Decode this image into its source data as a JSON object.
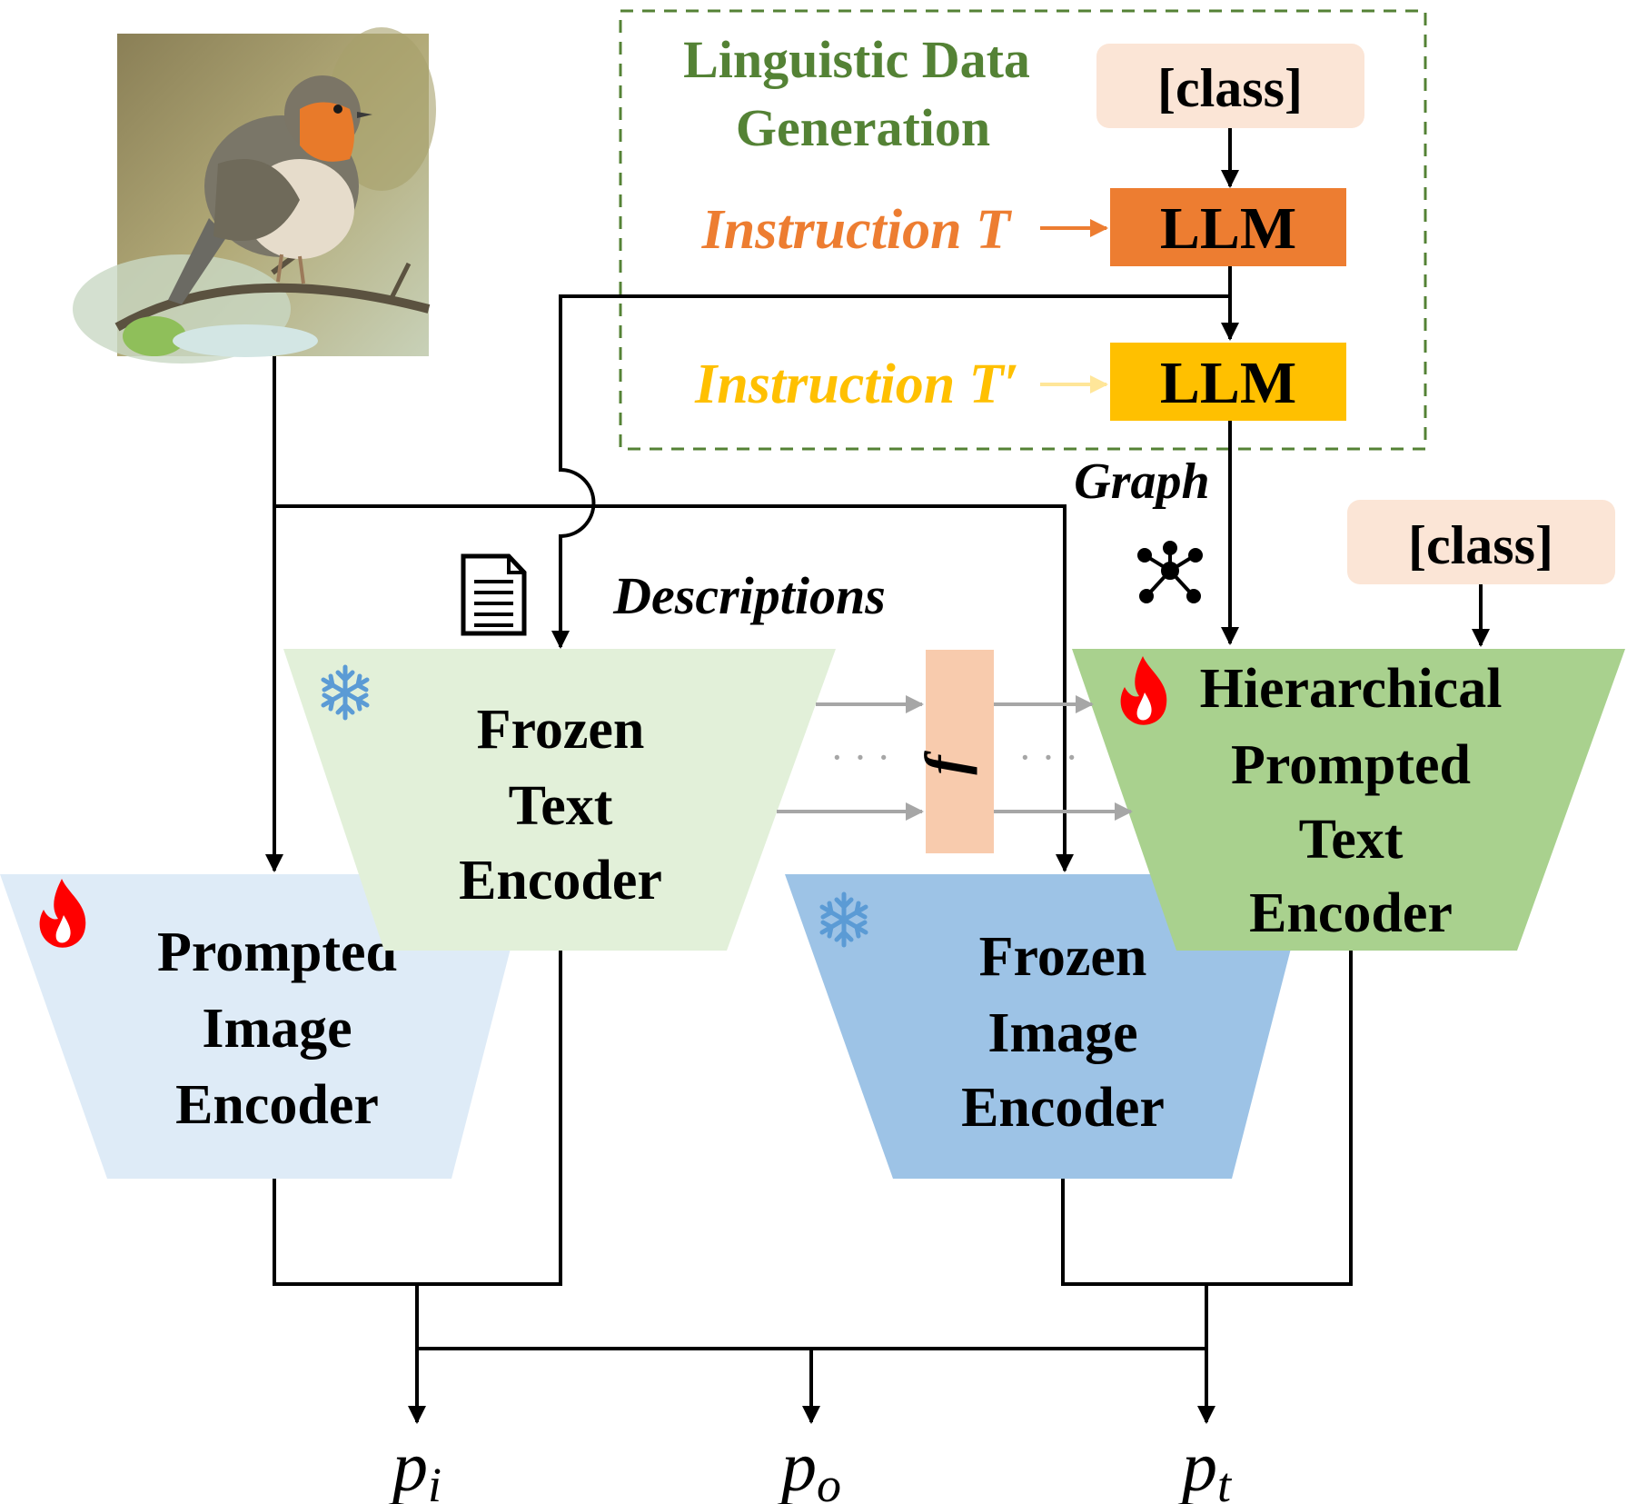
{
  "colors": {
    "green_dark": "#548235",
    "orange_llm": "#ED7D31",
    "yellow_llm": "#FFC000",
    "class_box": "#FBE5D6",
    "frozen_text_fill": "#E2F0D9",
    "hier_text_fill": "#A9D18E",
    "prompted_image_fill": "#DEEBF7",
    "frozen_image_fill": "#9DC3E6",
    "f_box": "#F8CBAD",
    "grey_arrow": "#A6A6A6",
    "flame": "#FF0000",
    "snowflake": "#5B9BD5"
  },
  "image": {
    "icon": "robin-bird-photo"
  },
  "linguistic": {
    "title_line1": "Linguistic Data",
    "title_line2": "Generation",
    "class_label": "[class]",
    "instruction_t": "Instruction T",
    "instruction_t_prime": "Instruction T′",
    "llm1": "LLM",
    "llm2": "LLM"
  },
  "graph_label": "Graph",
  "graph_icon": "graph-network-icon",
  "descriptions_label": "Descriptions",
  "document_icon": "document-icon",
  "class_label_right": "[class]",
  "frozen_text_encoder": {
    "line1": "Frozen",
    "line2": "Text",
    "line3": "Encoder",
    "icon": "snowflake-icon"
  },
  "prompted_image_encoder": {
    "line1": "Prompted",
    "line2": "Image",
    "line3": "Encoder",
    "icon": "flame-icon"
  },
  "frozen_image_encoder": {
    "line1": "Frozen",
    "line2": "Image",
    "line3": "Encoder",
    "icon": "snowflake-icon"
  },
  "hier_text_encoder": {
    "line1": "Hierarchical",
    "line2": "Prompted",
    "line3": "Text",
    "line4": "Encoder",
    "icon": "flame-icon"
  },
  "f_label": "f",
  "dots": "· · ·",
  "outputs": {
    "pi_base": "p",
    "pi_sub": "i",
    "po_base": "p",
    "po_sub": "o",
    "pt_base": "p",
    "pt_sub": "t"
  }
}
